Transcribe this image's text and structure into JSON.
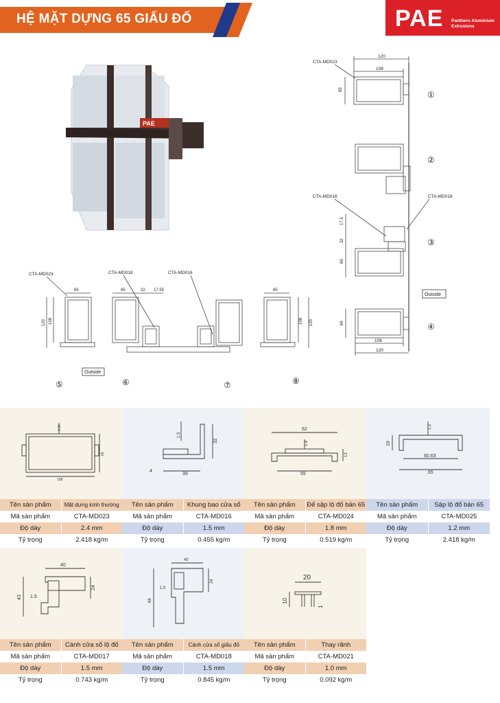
{
  "header": {
    "title": "HỆ MẶT DỰNG 65 GIẤU ĐỐ",
    "logo_text": "PAE",
    "logo_sub1": "Panthers Aluminium",
    "logo_sub2": "Extrusions"
  },
  "photo": {
    "badge": "PAE"
  },
  "section_drawing": {
    "labels": {
      "md023": "CTA-MD023",
      "md016": "CTA-MD016",
      "md018": "CTA-MD018",
      "outside": "Outside"
    },
    "nums": [
      "①",
      "②",
      "③",
      "④",
      "⑤",
      "⑥",
      "⑦",
      "⑧"
    ],
    "dims": {
      "d120": "120",
      "d108": "108",
      "d65": "65",
      "d32": "32",
      "d1755": "17.55",
      "d175": "17.5"
    }
  },
  "row_labels": {
    "name": "Tên sản phẩm",
    "code": "Mã sản phẩm",
    "thickness": "Độ dày",
    "weight": "Tỷ trọng"
  },
  "products": [
    {
      "name": "Mặt dựng kính thường",
      "code": "CTA-MD023",
      "thickness": "2.4 mm",
      "weight": "2.418 kg/m",
      "dims": {
        "a": "2.35",
        "b": "65",
        "c": "108"
      }
    },
    {
      "name": "Khung bao cửa sổ",
      "code": "CTA-MD016",
      "thickness": "1.5 mm",
      "weight": "0.455 kg/m",
      "dims": {
        "a": "1.5",
        "b": "32",
        "c": "4",
        "d": "39"
      }
    },
    {
      "name": "Đế sập lộ đố bản 65",
      "code": "CTA-MD024",
      "thickness": "1.8 mm",
      "weight": "0.519 kg/m",
      "dims": {
        "a": "62",
        "b": "1.8",
        "c": "13",
        "d": "55"
      }
    },
    {
      "name": "Sập lộ đố bản 65",
      "code": "CTA-MD025",
      "thickness": "1.2 mm",
      "weight": "2.418 kg/m",
      "dims": {
        "a": "1.2",
        "b": "19",
        "c": "60.63",
        "d": "65"
      }
    },
    {
      "name": "Cánh cửa sổ lộ đố",
      "code": "CTA-MD017",
      "thickness": "1.5 mm",
      "weight": "0.743 kg/m",
      "dims": {
        "a": "40",
        "b": "43",
        "c": "1.5",
        "d": "24"
      }
    },
    {
      "name": "Cánh cửa sổ giấu đố",
      "code": "CTA-MD018",
      "thickness": "1.5 mm",
      "weight": "0.845 kg/m",
      "dims": {
        "a": "40",
        "b": "68",
        "c": "1.5",
        "d": "24"
      }
    },
    {
      "name": "Thay rãnh",
      "code": "CTA-MD021",
      "thickness": "1.0 mm",
      "weight": "0.092 kg/m",
      "dims": {
        "a": "20",
        "b": "10",
        "c": "1"
      }
    }
  ]
}
